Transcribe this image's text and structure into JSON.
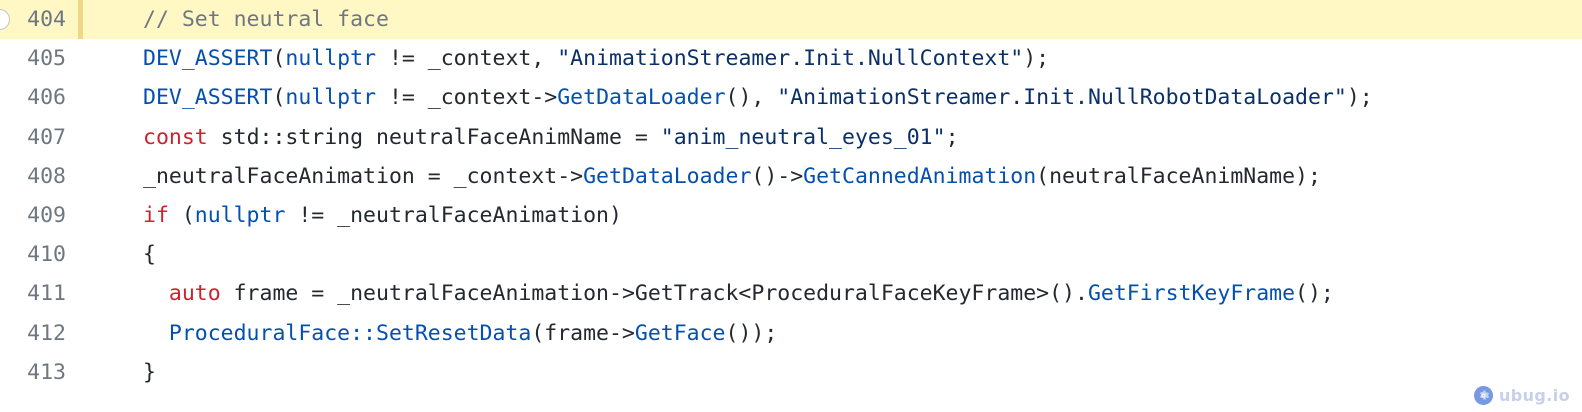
{
  "editor": {
    "language": "cpp",
    "highlight_background": "#fff8c5",
    "highlight_bar_color": "#eed888",
    "colors": {
      "keyword": "#cf222e",
      "function": "#0550ae",
      "string": "#0a3069",
      "comment": "#6e7781",
      "plain": "#24292f",
      "line_number": "#6e7781",
      "background": "#ffffff"
    },
    "lines": [
      {
        "number": "404",
        "highlighted": true,
        "tokens": [
          {
            "t": "com",
            "s": "// Set neutral face"
          }
        ]
      },
      {
        "number": "405",
        "highlighted": false,
        "tokens": [
          {
            "t": "fn",
            "s": "DEV_ASSERT"
          },
          {
            "t": "pln",
            "s": "("
          },
          {
            "t": "fn",
            "s": "nullptr"
          },
          {
            "t": "pln",
            "s": " != _context, "
          },
          {
            "t": "str",
            "s": "\"AnimationStreamer.Init.NullContext\""
          },
          {
            "t": "pln",
            "s": ");"
          }
        ]
      },
      {
        "number": "406",
        "highlighted": false,
        "tokens": [
          {
            "t": "fn",
            "s": "DEV_ASSERT"
          },
          {
            "t": "pln",
            "s": "("
          },
          {
            "t": "fn",
            "s": "nullptr"
          },
          {
            "t": "pln",
            "s": " != _context->"
          },
          {
            "t": "fn",
            "s": "GetDataLoader"
          },
          {
            "t": "pln",
            "s": "(), "
          },
          {
            "t": "str",
            "s": "\"AnimationStreamer.Init.NullRobotDataLoader\""
          },
          {
            "t": "pln",
            "s": ");"
          }
        ]
      },
      {
        "number": "407",
        "highlighted": false,
        "tokens": [
          {
            "t": "kw",
            "s": "const"
          },
          {
            "t": "pln",
            "s": " std::string neutralFaceAnimName = "
          },
          {
            "t": "str",
            "s": "\"anim_neutral_eyes_01\""
          },
          {
            "t": "pln",
            "s": ";"
          }
        ]
      },
      {
        "number": "408",
        "highlighted": false,
        "tokens": [
          {
            "t": "pln",
            "s": "_neutralFaceAnimation = _context->"
          },
          {
            "t": "fn",
            "s": "GetDataLoader"
          },
          {
            "t": "pln",
            "s": "()->"
          },
          {
            "t": "fn",
            "s": "GetCannedAnimation"
          },
          {
            "t": "pln",
            "s": "(neutralFaceAnimName);"
          }
        ]
      },
      {
        "number": "409",
        "highlighted": false,
        "tokens": [
          {
            "t": "kw",
            "s": "if"
          },
          {
            "t": "pln",
            "s": " ("
          },
          {
            "t": "fn",
            "s": "nullptr"
          },
          {
            "t": "pln",
            "s": " != _neutralFaceAnimation)"
          }
        ]
      },
      {
        "number": "410",
        "highlighted": false,
        "tokens": [
          {
            "t": "pln",
            "s": "{"
          }
        ]
      },
      {
        "number": "411",
        "highlighted": false,
        "tokens": [
          {
            "t": "pln",
            "s": "  "
          },
          {
            "t": "kw",
            "s": "auto"
          },
          {
            "t": "pln",
            "s": " frame = _neutralFaceAnimation->GetTrack<ProceduralFaceKeyFrame>()."
          },
          {
            "t": "fn",
            "s": "GetFirstKeyFrame"
          },
          {
            "t": "pln",
            "s": "();"
          }
        ]
      },
      {
        "number": "412",
        "highlighted": false,
        "tokens": [
          {
            "t": "pln",
            "s": "  "
          },
          {
            "t": "fn",
            "s": "ProceduralFace::SetResetData"
          },
          {
            "t": "pln",
            "s": "(frame->"
          },
          {
            "t": "fn",
            "s": "GetFace"
          },
          {
            "t": "pln",
            "s": "());"
          }
        ]
      },
      {
        "number": "413",
        "highlighted": false,
        "tokens": [
          {
            "t": "pln",
            "s": "}"
          }
        ]
      }
    ]
  },
  "watermark": {
    "text": "ubug.io",
    "icon": "gear-icon",
    "icon_color": "#6f94e0"
  }
}
